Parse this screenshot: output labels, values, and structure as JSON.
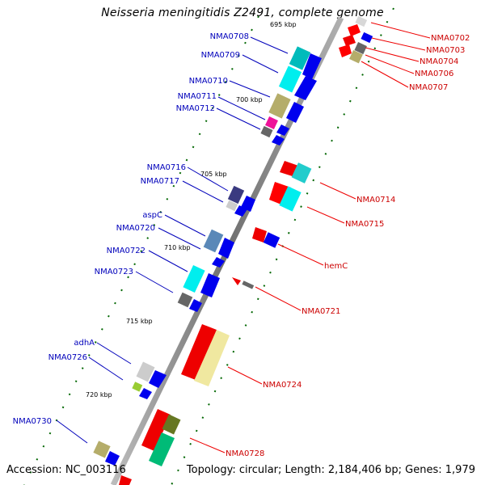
{
  "title": "Neisseria meningitidis Z2491, complete genome",
  "accession": "Accession: NC_003116",
  "summary": "Topology: circular; Length: 2,184,406 bp; Genes: 1,979",
  "scale_labels": [
    "695 kbp",
    "700 kbp",
    "705 kbp",
    "710 kbp",
    "715 kbp",
    "720 kbp"
  ],
  "genes_right": [
    "NMA0702",
    "NMA0703",
    "NMA0704",
    "NMA0706",
    "NMA0707",
    "NMA0714",
    "NMA0715",
    "hemC",
    "NMA0721",
    "NMA0724",
    "NMA0728"
  ],
  "genes_left": [
    "NMA0708",
    "NMA0709",
    "NMA0710",
    "NMA0711",
    "NMA0712",
    "NMA0716",
    "NMA0717",
    "aspC",
    "NMA0720",
    "NMA0722",
    "NMA0723",
    "adhA",
    "NMA0726",
    "NMA0730"
  ],
  "colors": {
    "right_label": "#cc0000",
    "left_label": "#0000bb",
    "reverse_cds": "#ff0000",
    "forward_cds": "#0000ff",
    "tick": "#008000",
    "backbone": "#7f7f7f"
  }
}
